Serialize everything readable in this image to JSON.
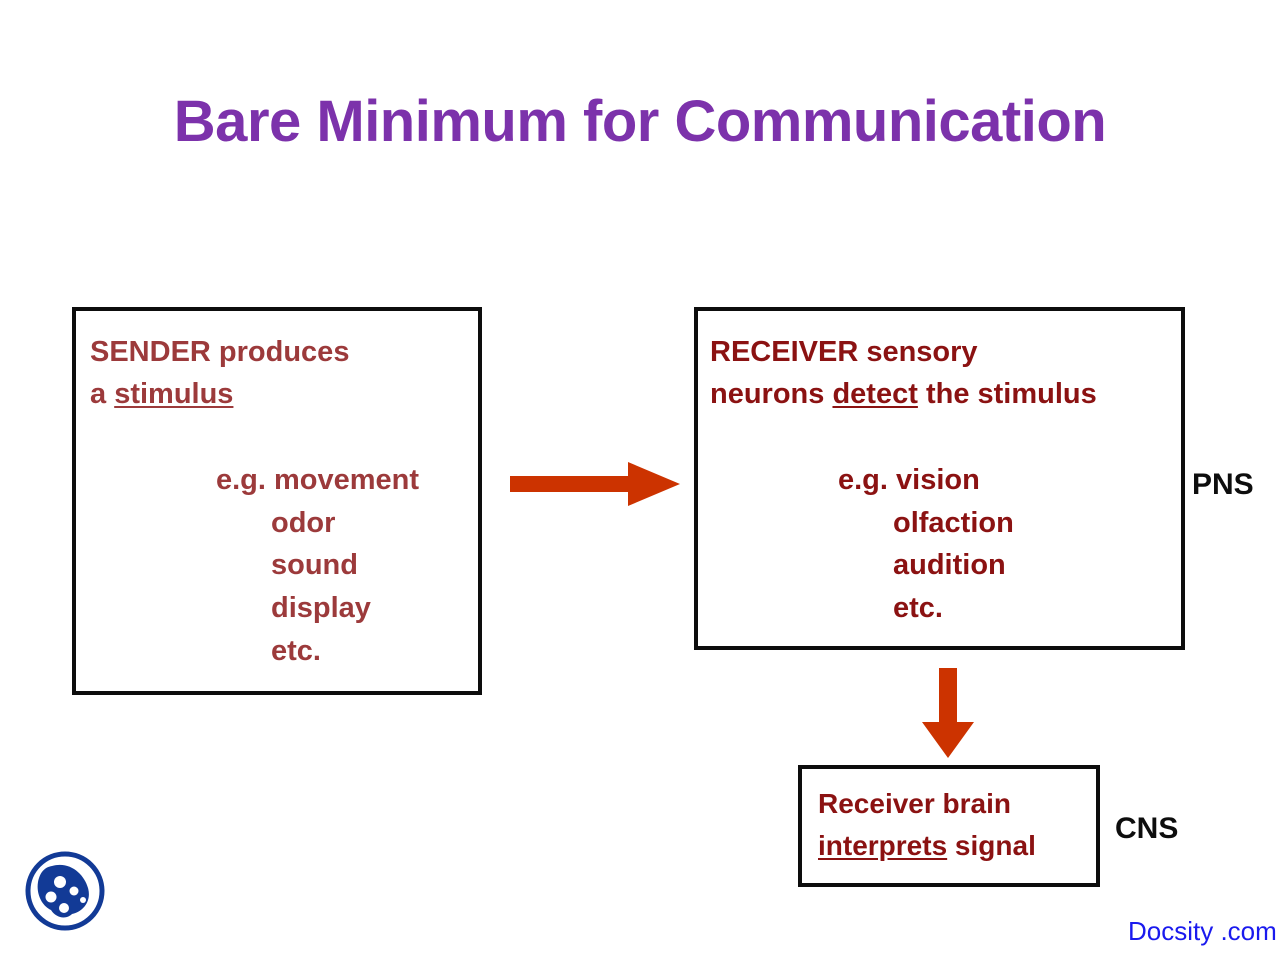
{
  "slide": {
    "title": "Bare Minimum for Communication",
    "title_color": "#7c32ab",
    "background_color": "#ffffff"
  },
  "sender_box": {
    "headline_line1": "SENDER produces",
    "headline_line2_prefix": "a ",
    "headline_line2_emphasis": "stimulus",
    "text_color": "#9c3a3b",
    "border_color": "#0d0d0d",
    "examples": [
      "e.g. movement",
      "odor",
      "sound",
      "display",
      "etc."
    ]
  },
  "receiver_box": {
    "headline_line1": "RECEIVER sensory",
    "headline_line2_prefix": "neurons ",
    "headline_line2_emphasis": "detect",
    "headline_line2_suffix": " the stimulus",
    "text_color": "#8b1212",
    "border_color": "#0d0d0d",
    "examples": [
      "e.g. vision",
      "olfaction",
      "audition",
      "etc."
    ]
  },
  "brain_box": {
    "headline_line1": "Receiver brain",
    "headline_line2_emphasis": "interprets",
    "headline_line2_suffix": " signal",
    "text_color": "#8b1212",
    "border_color": "#0d0d0d"
  },
  "labels": {
    "pns": "PNS",
    "cns": "CNS",
    "label_color": "#0d0d0d"
  },
  "arrows": {
    "color": "#cc3300",
    "sender_to_receiver": "arrow-right-icon",
    "receiver_to_brain": "arrow-down-icon"
  },
  "branding": {
    "wordmark": "Docsity .com",
    "wordmark_color": "#1a1aee",
    "logo_name": "docsity-logo-icon",
    "logo_color": "#123a96"
  }
}
